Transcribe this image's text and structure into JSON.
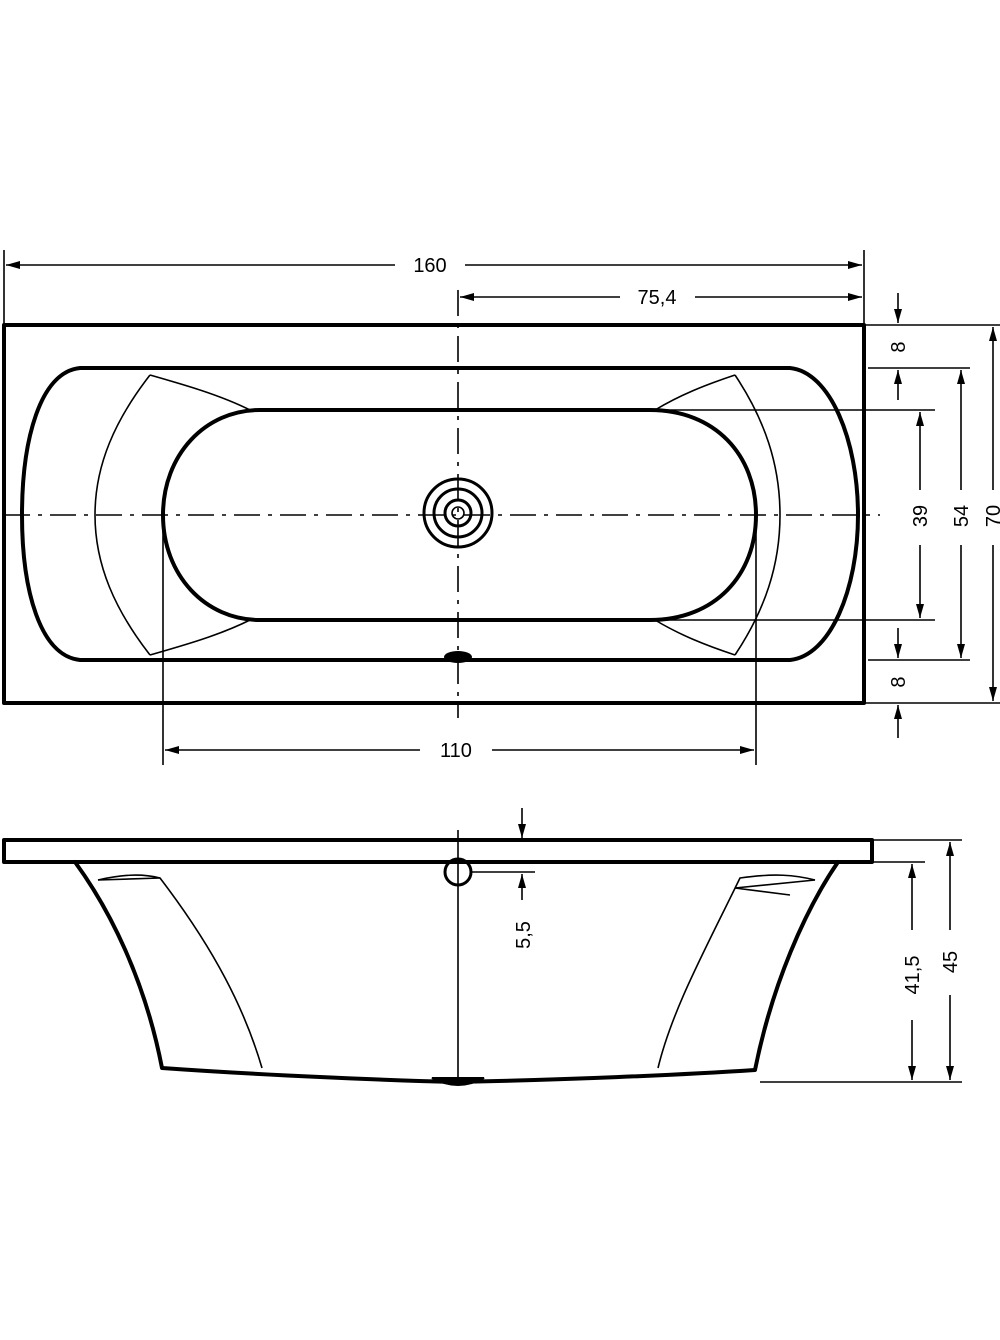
{
  "plan_dimensions": {
    "overall_length": "160",
    "drain_offset": "75,4",
    "rim_top": "8",
    "inner_width": "39",
    "basin_width": "54",
    "overall_width": "70",
    "rim_bottom": "8",
    "inner_length": "110"
  },
  "side_dimensions": {
    "overflow_height": "5,5",
    "inner_depth": "41,5",
    "total_height": "45"
  }
}
